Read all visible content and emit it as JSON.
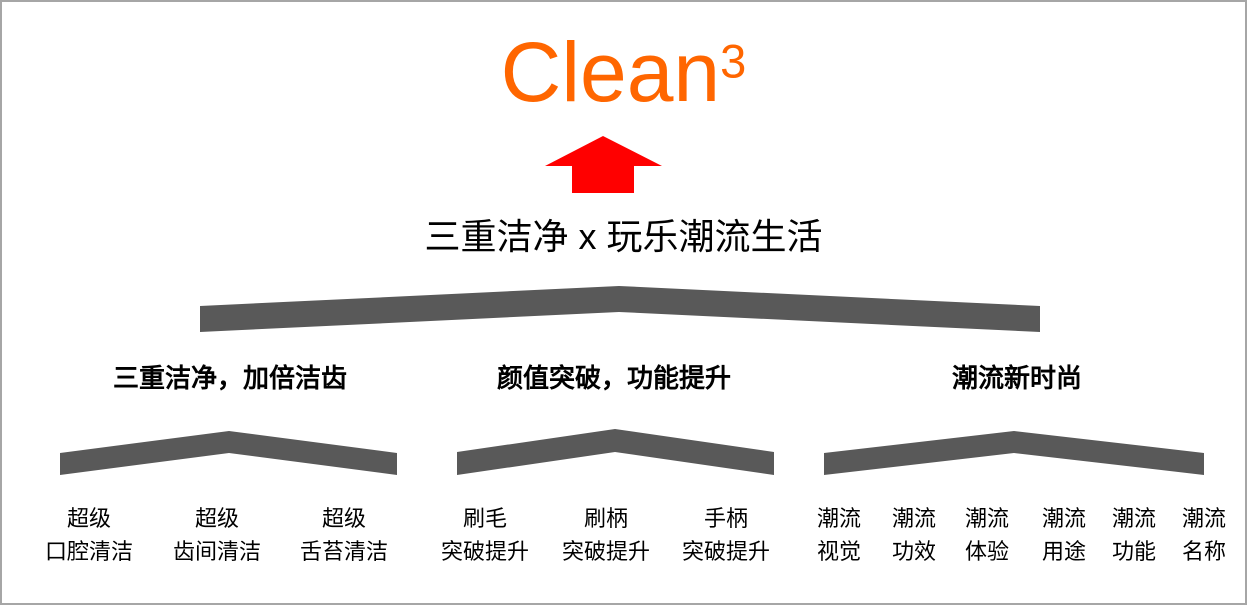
{
  "slide": {
    "title": {
      "text": "Clean",
      "superscript": "3"
    },
    "subtitle": "三重洁净 x 玩乐潮流生活"
  },
  "colors": {
    "title_orange": "#FF6600",
    "arrow_red": "#FF0000",
    "chevron_gray": "#595959",
    "text_black": "#000000",
    "border_gray": "#A6A6A6"
  },
  "sections": [
    {
      "header": "三重洁净，加倍洁齿",
      "items": [
        [
          "超级",
          "口腔清洁"
        ],
        [
          "超级",
          "齿间清洁"
        ],
        [
          "超级",
          "舌苔清洁"
        ]
      ]
    },
    {
      "header": "颜值突破，功能提升",
      "items": [
        [
          "刷毛",
          "突破提升"
        ],
        [
          "刷柄",
          "突破提升"
        ],
        [
          "手柄",
          "突破提升"
        ]
      ]
    },
    {
      "header": "潮流新时尚",
      "items": [
        [
          "潮流",
          "视觉"
        ],
        [
          "潮流",
          "功效"
        ],
        [
          "潮流",
          "体验"
        ],
        [
          "潮流",
          "用途"
        ],
        [
          "潮流",
          "功能"
        ],
        [
          "潮流",
          "名称"
        ]
      ]
    }
  ]
}
